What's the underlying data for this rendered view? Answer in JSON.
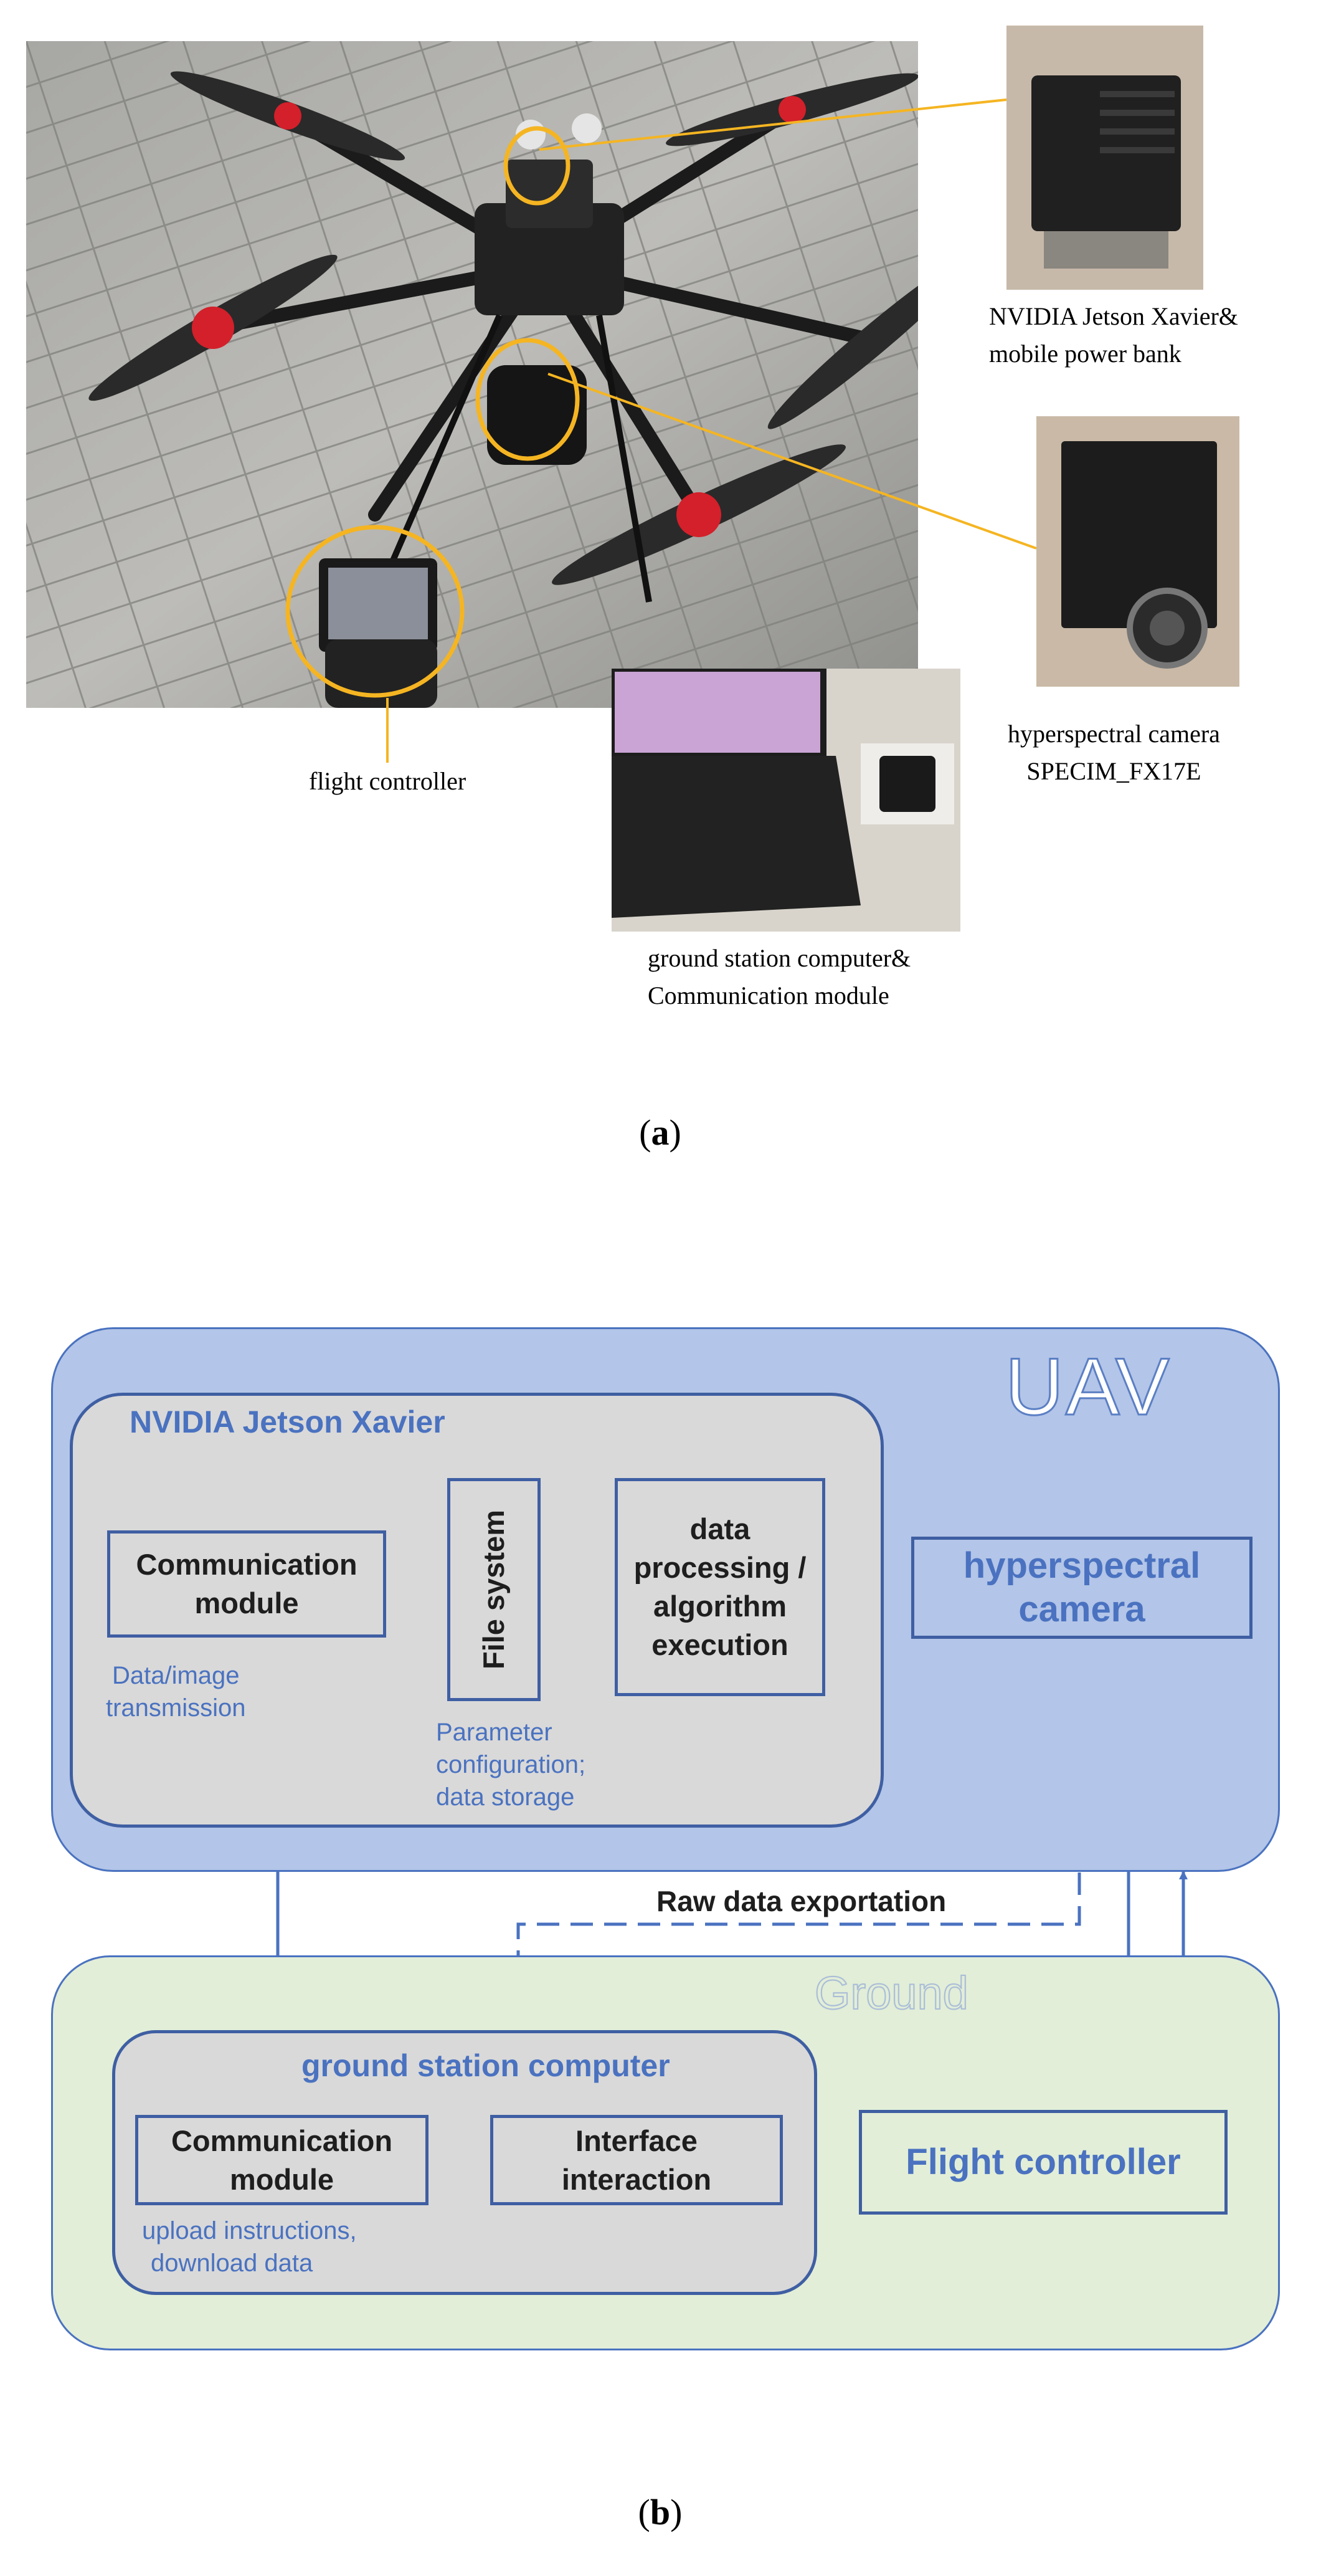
{
  "panel_a": {
    "caption_prefix": "(",
    "caption_letter": "a",
    "caption_suffix": ")",
    "labels": {
      "jetson_line1": "NVIDIA Jetson Xavier&",
      "jetson_line2": "mobile power bank",
      "camera_line1": "hyperspectral camera",
      "camera_line2": "SPECIM_FX17E",
      "flight_controller": "flight controller",
      "ground_line1": "ground station computer&",
      "ground_line2": "Communication module"
    },
    "colors": {
      "callout": "#f5b522"
    }
  },
  "panel_b": {
    "caption_prefix": "(",
    "caption_letter": "b",
    "caption_suffix": ")",
    "uav": {
      "title": "UAV",
      "jetson_title": "NVIDIA Jetson Xavier",
      "comm_module": "Communication module",
      "file_system": "File system",
      "data_processing": "data processing / algorithm execution",
      "hyperspectral_camera": "hyperspectral camera",
      "note_comm_line1": "Data/image",
      "note_comm_line2": "transmission",
      "note_fs_line1": "Parameter",
      "note_fs_line2": "configuration;",
      "note_fs_line3": "data storage"
    },
    "raw_data": "Raw data exportation",
    "ground": {
      "title": "Ground",
      "gs_title": "ground station computer",
      "comm_module": "Communication module",
      "interface": "Interface interaction",
      "flight_controller": "Flight controller",
      "note_line1": "upload instructions,",
      "note_line2": "download data"
    },
    "colors": {
      "uav_fill": "#b3c5e8",
      "ground_fill": "#e2eed7",
      "box_fill": "#d9d9d9",
      "stroke": "#3f5fa3",
      "accent": "#4a72c0"
    }
  }
}
